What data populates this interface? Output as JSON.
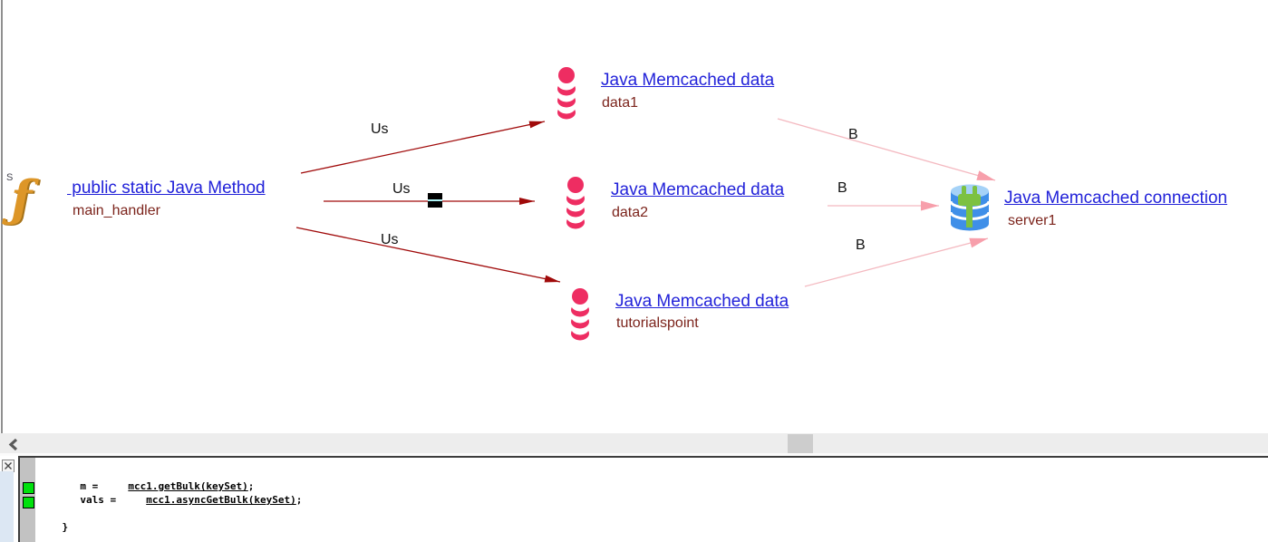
{
  "diagram": {
    "nodes": [
      {
        "id": "method",
        "icon": "java-static-method-icon",
        "modifier": "S",
        "title": " public static Java Method",
        "name": "main_handler"
      },
      {
        "id": "data1",
        "icon": "memcached-data-icon",
        "title": "Java Memcached data",
        "name": "data1"
      },
      {
        "id": "data2",
        "icon": "memcached-data-icon",
        "title": "Java Memcached data",
        "name": "data2"
      },
      {
        "id": "data3",
        "icon": "memcached-data-icon",
        "title": "Java Memcached data",
        "name": "tutorialspoint"
      },
      {
        "id": "server",
        "icon": "memcached-connection-icon",
        "title": "Java Memcached connection",
        "name": "server1"
      }
    ],
    "edges": [
      {
        "from": "method",
        "to": "data1",
        "label": "Us"
      },
      {
        "from": "method",
        "to": "data2",
        "label": "Us"
      },
      {
        "from": "method",
        "to": "data3",
        "label": "Us"
      },
      {
        "from": "data1",
        "to": "server",
        "label": "B"
      },
      {
        "from": "data2",
        "to": "server",
        "label": "B"
      },
      {
        "from": "data3",
        "to": "server",
        "label": "B"
      }
    ],
    "colors": {
      "link_blue": "#2222d9",
      "node_name_maroon": "#7c241c",
      "uses_edge_red": "#a00a0a",
      "b_edge_pink_line": "#f4b9c0",
      "b_edge_pink_head": "#f79fab",
      "data_icon_pink": "#ee2d62",
      "db_icon_blue": "#3f8fe8",
      "db_icon_light": "#a5d2f7",
      "plug_green": "#7cc142",
      "method_icon_orange": "#dd9628",
      "edge_handle_black": "#000000",
      "edge_handle_highlight": "#aef2f5"
    }
  },
  "scrollbar": {
    "left_icon": "chevron-left",
    "thumb": "drag-handle"
  },
  "code_panel": {
    "close_icon": "x-cross",
    "breakpoint_color": "#00e10c",
    "lines": [
      {
        "pre": "       m =     ",
        "link": "mcc1.getBulk(keySet)",
        "post": ";"
      },
      {
        "pre": "       vals =     ",
        "link": "mcc1.asyncGetBulk(keySet)",
        "post": ";"
      },
      {
        "pre": "",
        "link": "",
        "post": ""
      },
      {
        "pre": "    }",
        "link": "",
        "post": ""
      }
    ]
  }
}
